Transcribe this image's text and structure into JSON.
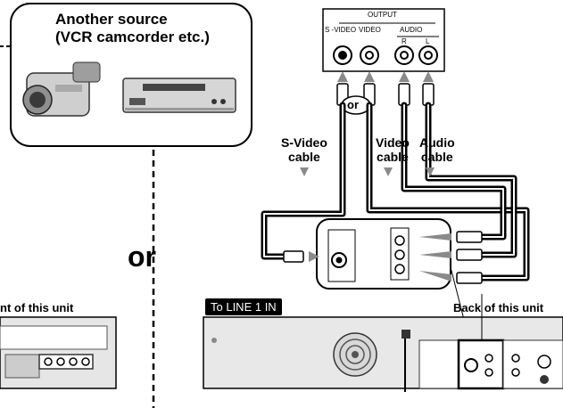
{
  "source": {
    "title_line1": "Another source",
    "title_line2": "(VCR camcorder etc.)"
  },
  "output_panel": {
    "title": "OUTPUT",
    "svideo": "S -VIDEO",
    "video": "VIDEO",
    "audio": "AUDIO",
    "r": "R",
    "l": "L"
  },
  "or_small": "or",
  "cables": {
    "svideo_line1": "S-Video",
    "svideo_line2": "cable",
    "video_line1": "Video",
    "video_line2": "cable",
    "audio_line1": "Audio",
    "audio_line2": "cable"
  },
  "or_big": "or",
  "front_label": "nt of this unit",
  "back_label": "Back of this unit",
  "line_badge": "To LINE 1 IN",
  "colors": {
    "rounded_box_border": "#000000",
    "device_gray": "#bdbdbd",
    "arrow_gray": "#8a8a8a",
    "badge_bg": "#000000"
  }
}
